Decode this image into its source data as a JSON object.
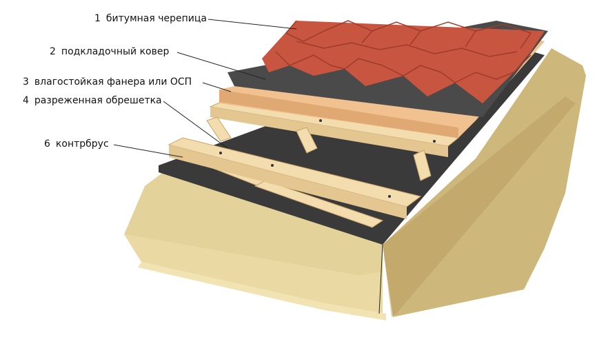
{
  "labels": [
    {
      "num": "1",
      "text": "битумная черепица"
    },
    {
      "num": "2",
      "text": "подкладочный ковер"
    },
    {
      "num": "3",
      "text": "влагостойкая фанера или ОСП"
    },
    {
      "num": "4",
      "text": "разреженная обрешетка"
    },
    {
      "num": "6",
      "text": "контрбрус"
    }
  ],
  "colors": {
    "shingle": "#c8553f",
    "shingle_dark": "#9e3b2b",
    "underlay": "#3a3a3a",
    "plywood": "#f1c28f",
    "batten": "#f3dcae",
    "batten_edge": "#c9a56a",
    "insulation": "#d9c98f",
    "insulation_side": "#cdb77a",
    "leader": "#222222"
  }
}
